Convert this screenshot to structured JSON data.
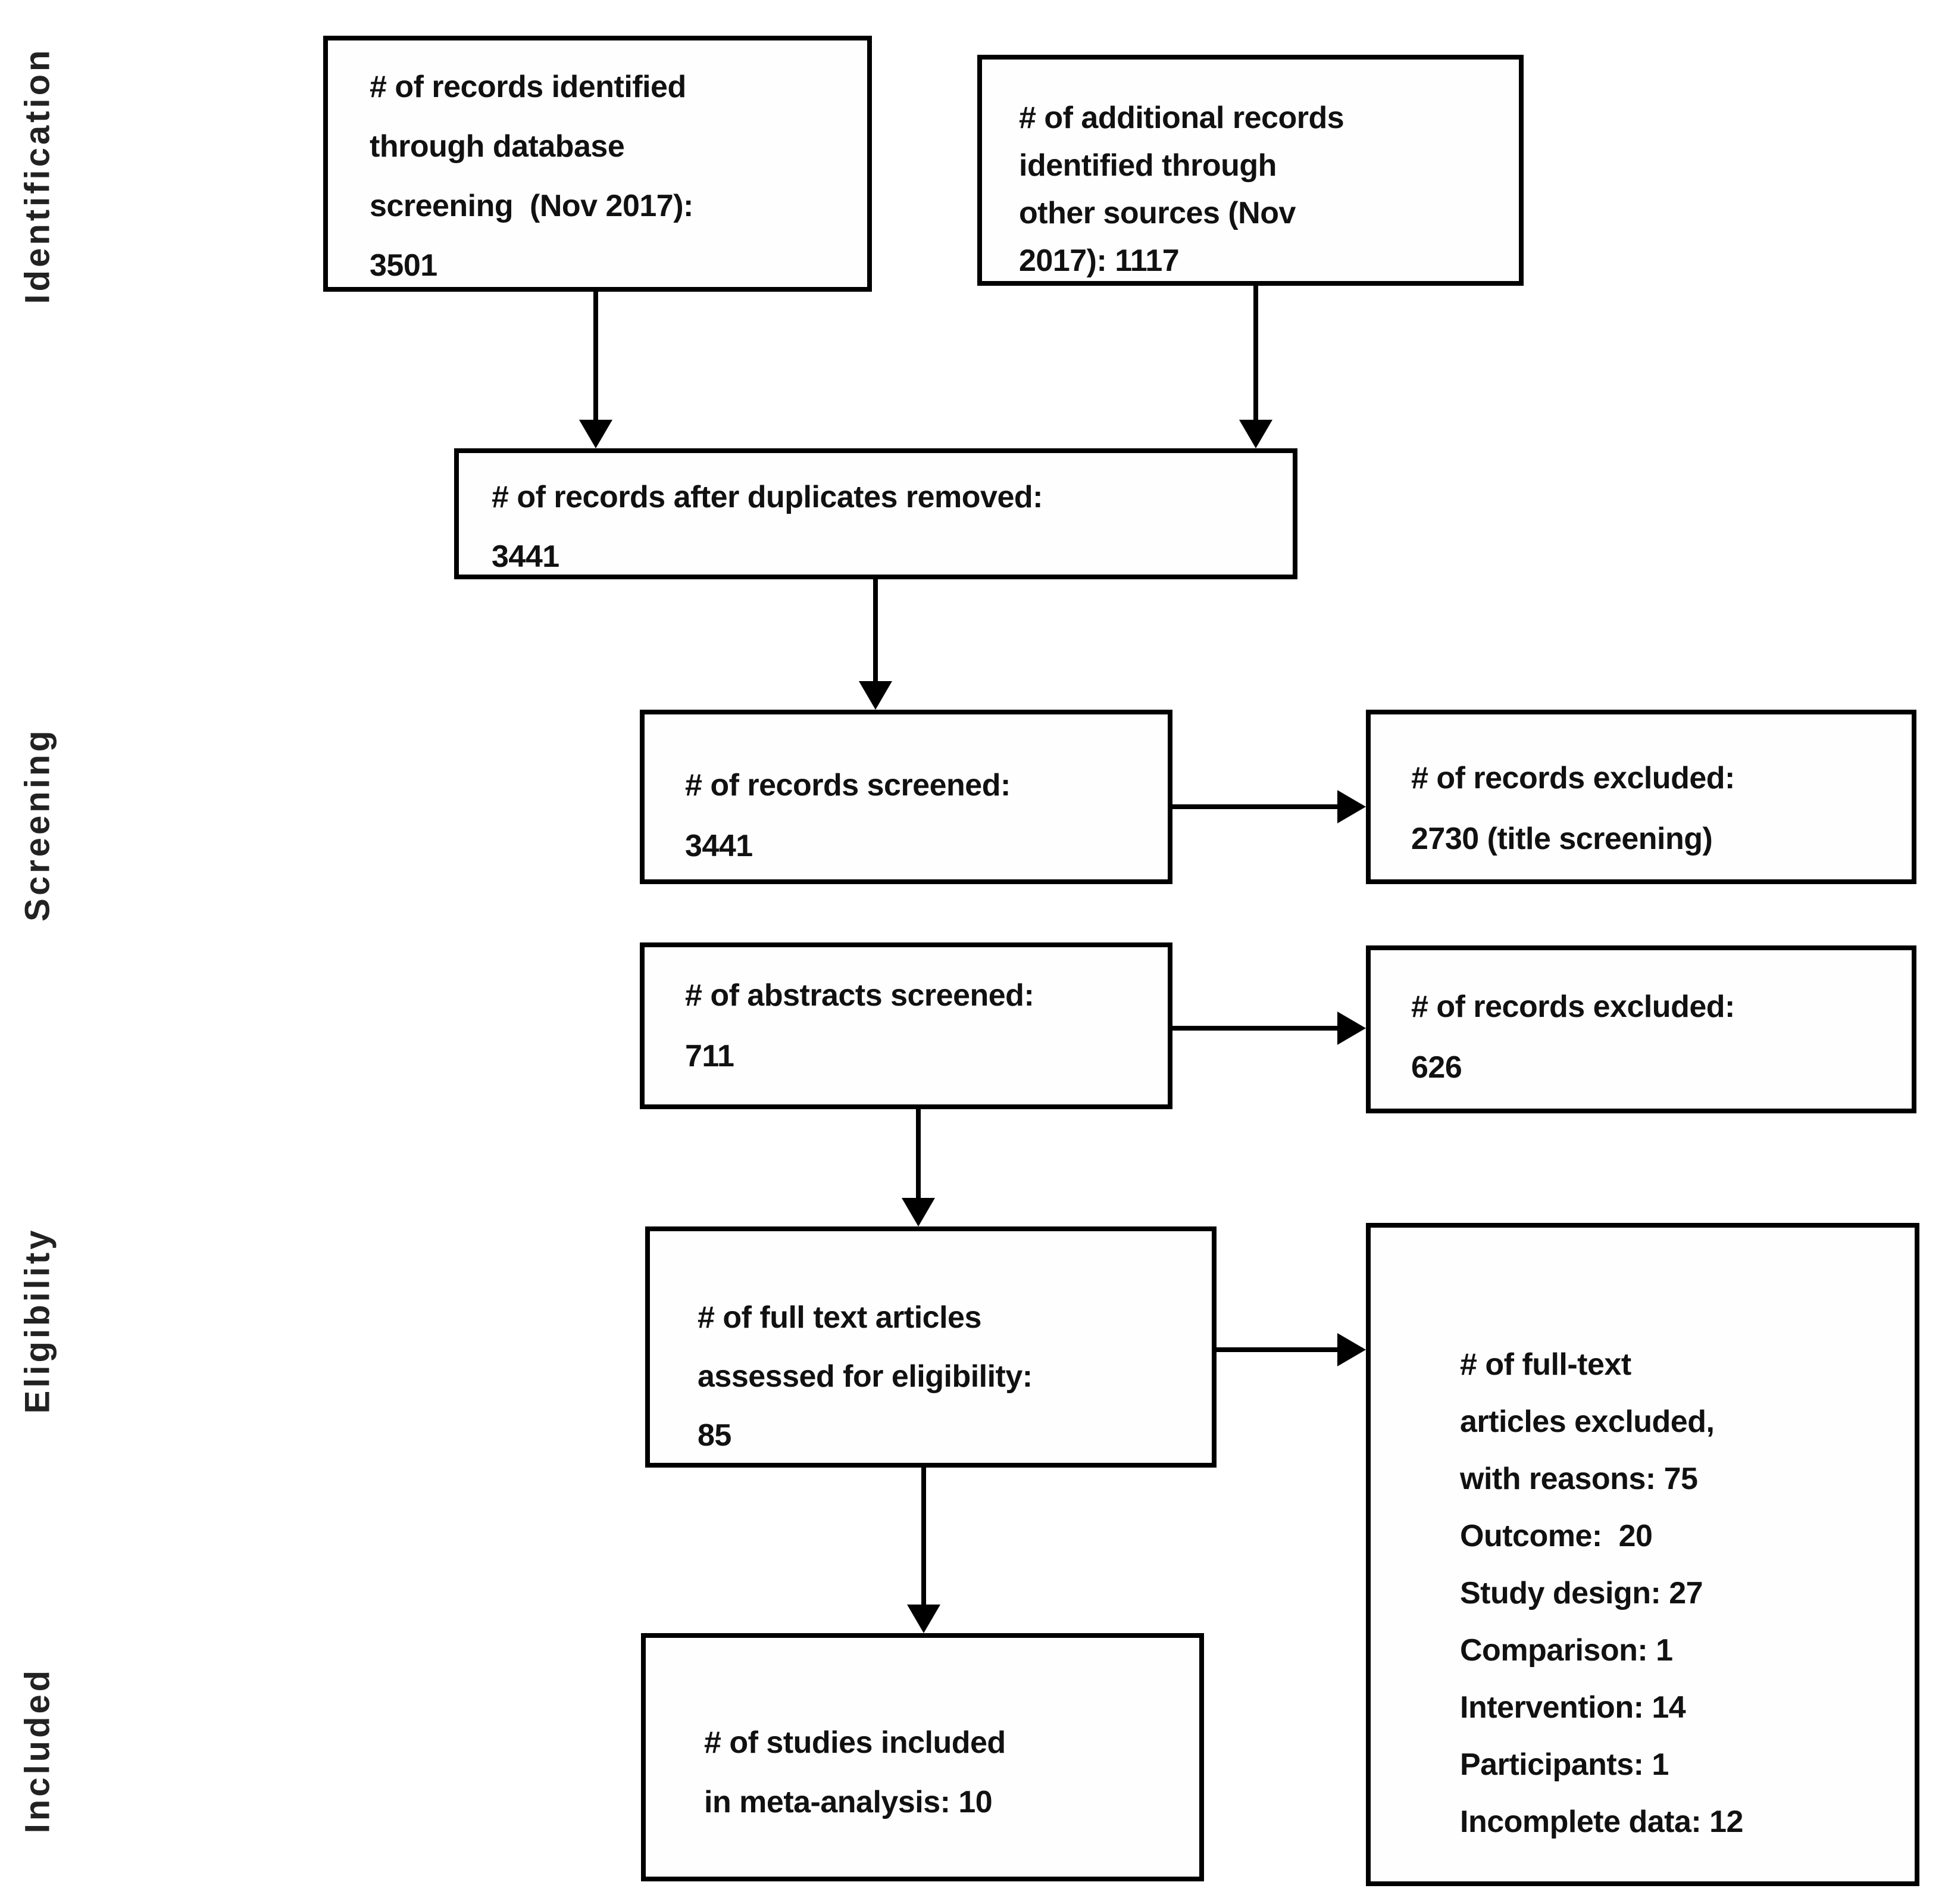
{
  "figure": {
    "type": "prisma-flow-diagram",
    "background_color": "#ffffff",
    "line_color": "#000000",
    "text_color": "#111111"
  },
  "stage_labels": [
    {
      "label": "Identification"
    },
    {
      "label": "Screening"
    },
    {
      "label": "Eligibility"
    },
    {
      "label": "Included"
    }
  ],
  "boxes": {
    "db_records": {
      "lines": [
        "# of records identified",
        "through database",
        "screening  (Nov 2017):",
        "3501"
      ]
    },
    "other_records": {
      "lines": [
        "# of additional records",
        "identified through",
        "other sources (Nov",
        "2017): 1117"
      ]
    },
    "after_duplicates": {
      "lines": [
        "# of records after duplicates removed:",
        "3441"
      ]
    },
    "records_screened": {
      "lines": [
        "# of records screened:",
        "3441"
      ]
    },
    "records_excluded_title": {
      "lines": [
        "# of records excluded:",
        "2730 (title screening)"
      ]
    },
    "abstracts_screened": {
      "lines": [
        "# of abstracts screened:",
        "711"
      ]
    },
    "records_excluded_abstract": {
      "lines": [
        "# of records excluded:",
        "626"
      ]
    },
    "fulltext_assessed": {
      "lines": [
        "# of full text articles",
        "assessed for eligibility:",
        "85"
      ]
    },
    "fulltext_excluded": {
      "lines": [
        "# of full-text",
        "articles excluded,",
        "with reasons: 75",
        "Outcome:  20",
        "Study design: 27",
        "Comparison: 1",
        "Intervention: 14",
        "Participants: 1",
        "Incomplete data: 12"
      ]
    },
    "studies_included": {
      "lines": [
        "# of studies included",
        "in meta-analysis: 10"
      ]
    }
  }
}
